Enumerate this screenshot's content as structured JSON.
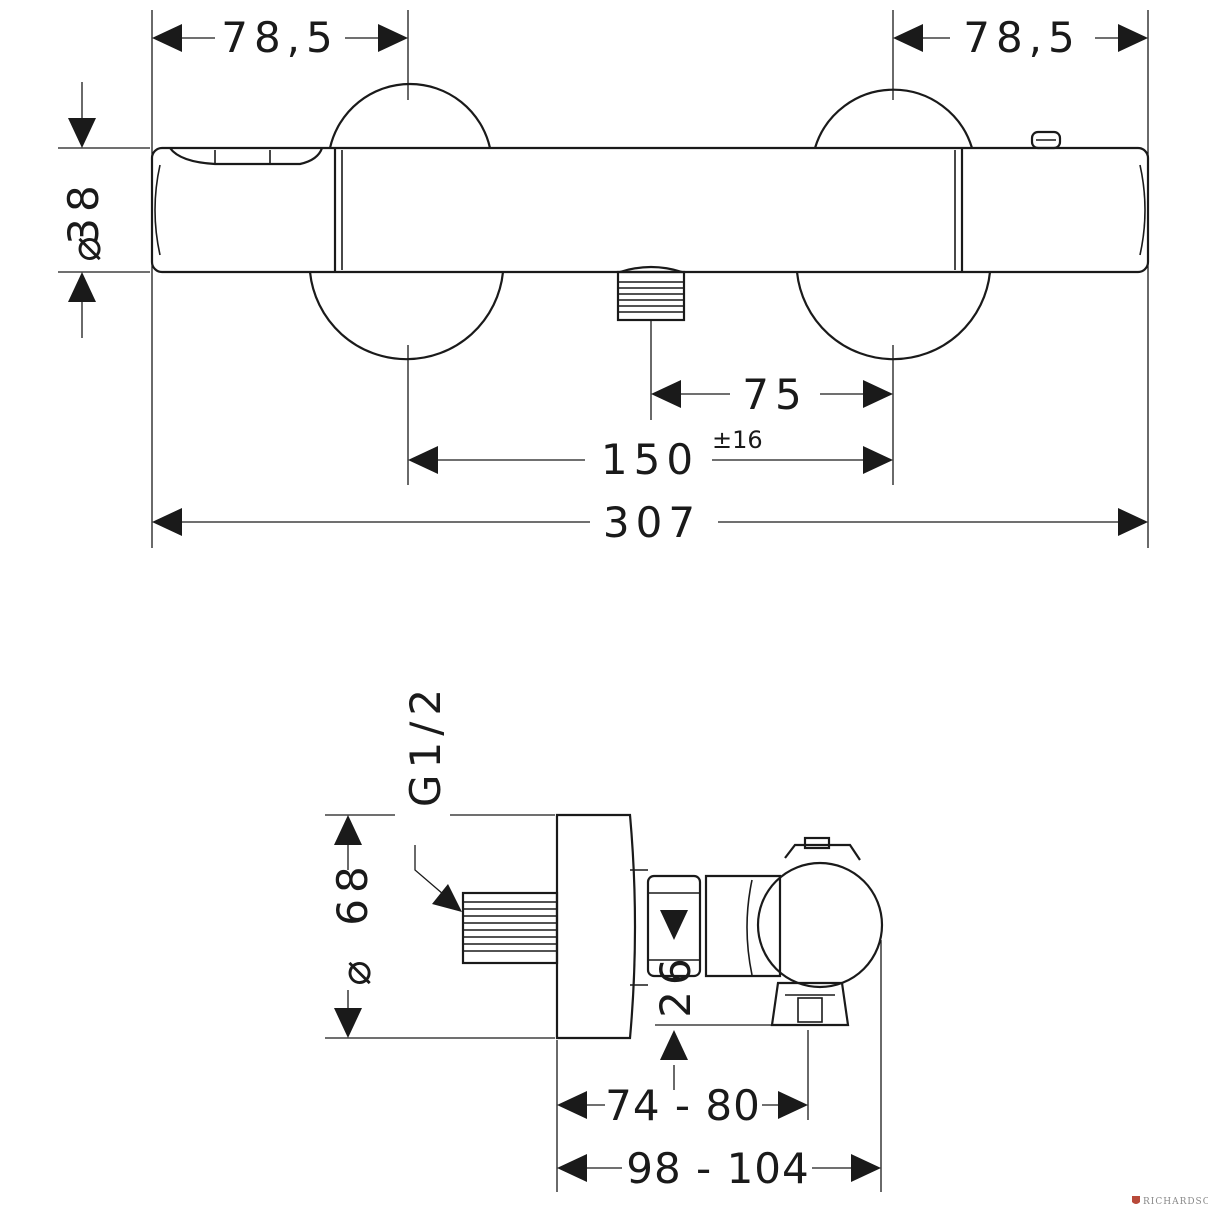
{
  "top_view": {
    "dim_left_offset": "78,5",
    "dim_right_offset": "78,5",
    "dim_diameter": "38",
    "diameter_symbol": "⌀",
    "dim_outlet_spacing": "75",
    "dim_centers": "150",
    "dim_centers_tolerance": "±16",
    "dim_overall": "307"
  },
  "side_view": {
    "dim_thread": "G1/2",
    "dim_diameter": "68",
    "diameter_symbol": "⌀",
    "dim_outlet_height": "26",
    "dim_depth_short": "74 - 80",
    "dim_depth_long": "98 - 104"
  },
  "watermark": {
    "text": "RICHARDSON",
    "icon": "shield-icon"
  }
}
